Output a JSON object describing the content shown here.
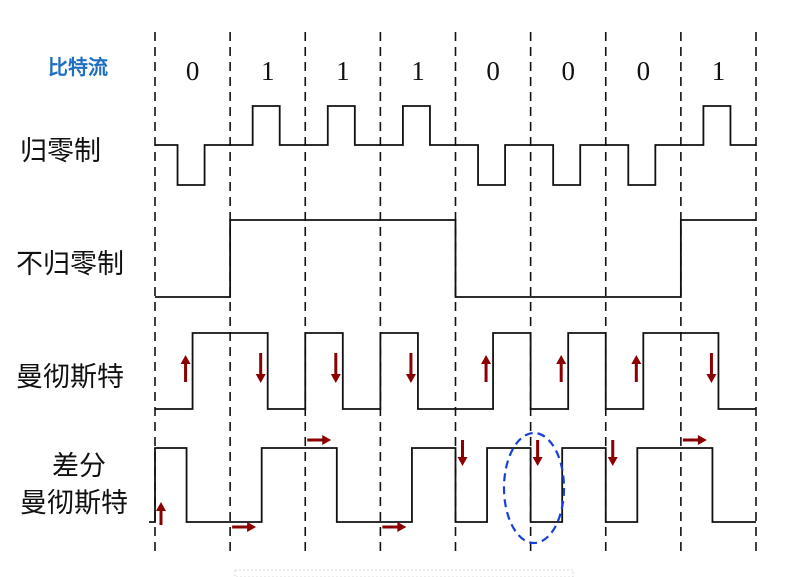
{
  "header_label": "比特流",
  "bits": [
    "0",
    "1",
    "1",
    "1",
    "0",
    "0",
    "0",
    "1"
  ],
  "row_labels": {
    "rz": "归零制",
    "nrz": "不归零制",
    "manchester": "曼彻斯特",
    "diff_line1": "差分",
    "diff_line2": "曼彻斯特"
  },
  "colors": {
    "header": "#1f6fc0",
    "arrow": "#8b0000",
    "highlight_ellipse": "#1a3fd6",
    "waveform": "#111111"
  },
  "arrow_direction_labels": [
    "up",
    "down",
    "right"
  ]
}
